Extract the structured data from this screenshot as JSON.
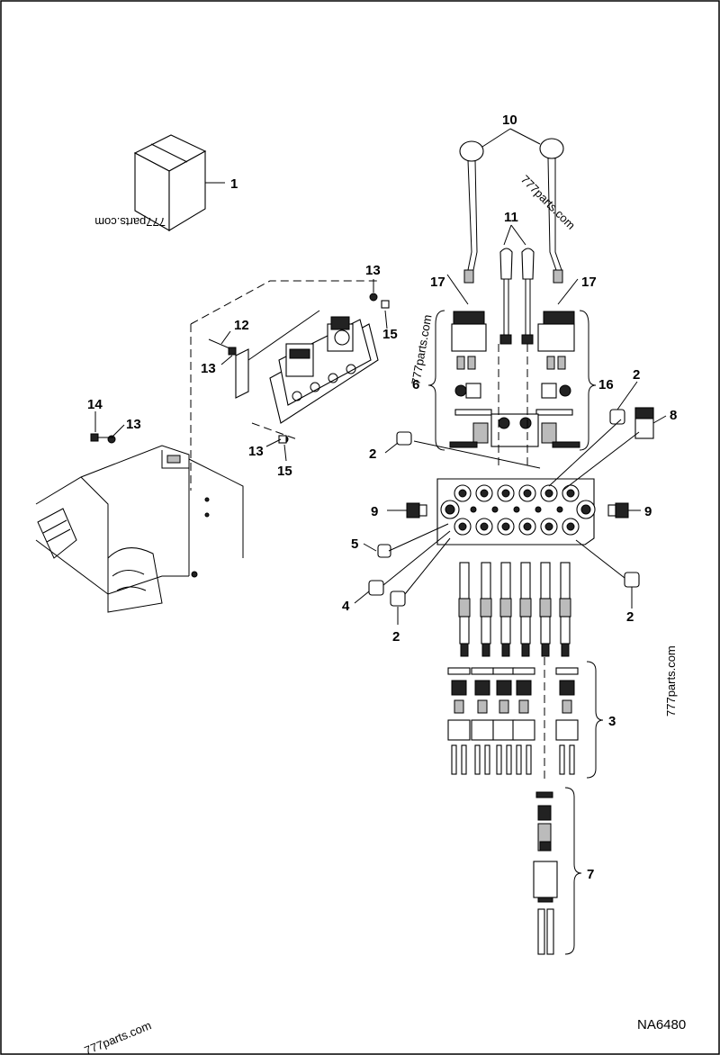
{
  "figure_id": "NA6480",
  "watermarks": [
    "777parts.com",
    "777parts.com",
    "777parts.com",
    "777parts.com",
    "777parts.com"
  ],
  "callouts": {
    "c1": "1",
    "c10": "10",
    "c11": "11",
    "c17a": "17",
    "c17b": "17",
    "c6": "6",
    "c16": "16",
    "c13a": "13",
    "c12": "12",
    "c13b": "13",
    "c15a": "15",
    "c14": "14",
    "c13c": "13",
    "c13d": "13",
    "c15b": "15",
    "c2a": "2",
    "c8": "8",
    "c2b": "2",
    "c9a": "9",
    "c9b": "9",
    "c5": "5",
    "c4": "4",
    "c2c": "2",
    "c2d": "2",
    "c3": "3",
    "c7": "7"
  },
  "colors": {
    "ink": "#000000",
    "paper": "#ffffff"
  }
}
